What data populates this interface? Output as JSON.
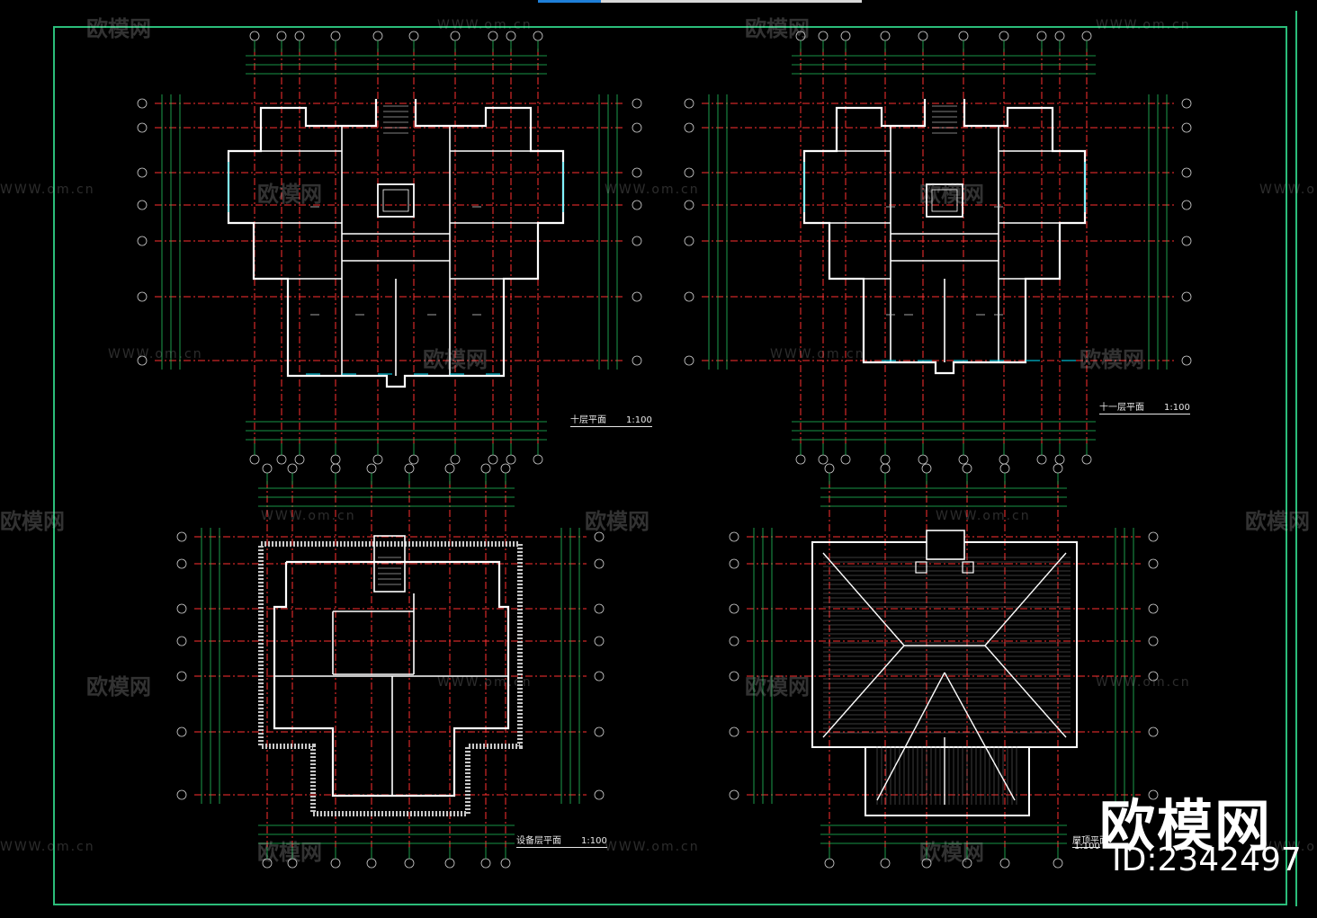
{
  "drawing": {
    "plans": [
      {
        "title": "十层平面",
        "scale": "1:100"
      },
      {
        "title": "十一层平面",
        "scale": "1:100"
      },
      {
        "title": "设备层平面",
        "scale": "1:100"
      },
      {
        "title": "屋顶平面",
        "scale": "1:100"
      }
    ],
    "colors": {
      "border": "#2bbd7a",
      "grid_axis": "#ff3030",
      "dimension": "#22c55e",
      "wall": "#ffffff",
      "background": "#000000"
    }
  },
  "watermark": {
    "site": "WWW.om.cn",
    "brand": "欧模网",
    "big_brand": "欧模网",
    "id_label": "ID:2342497"
  }
}
